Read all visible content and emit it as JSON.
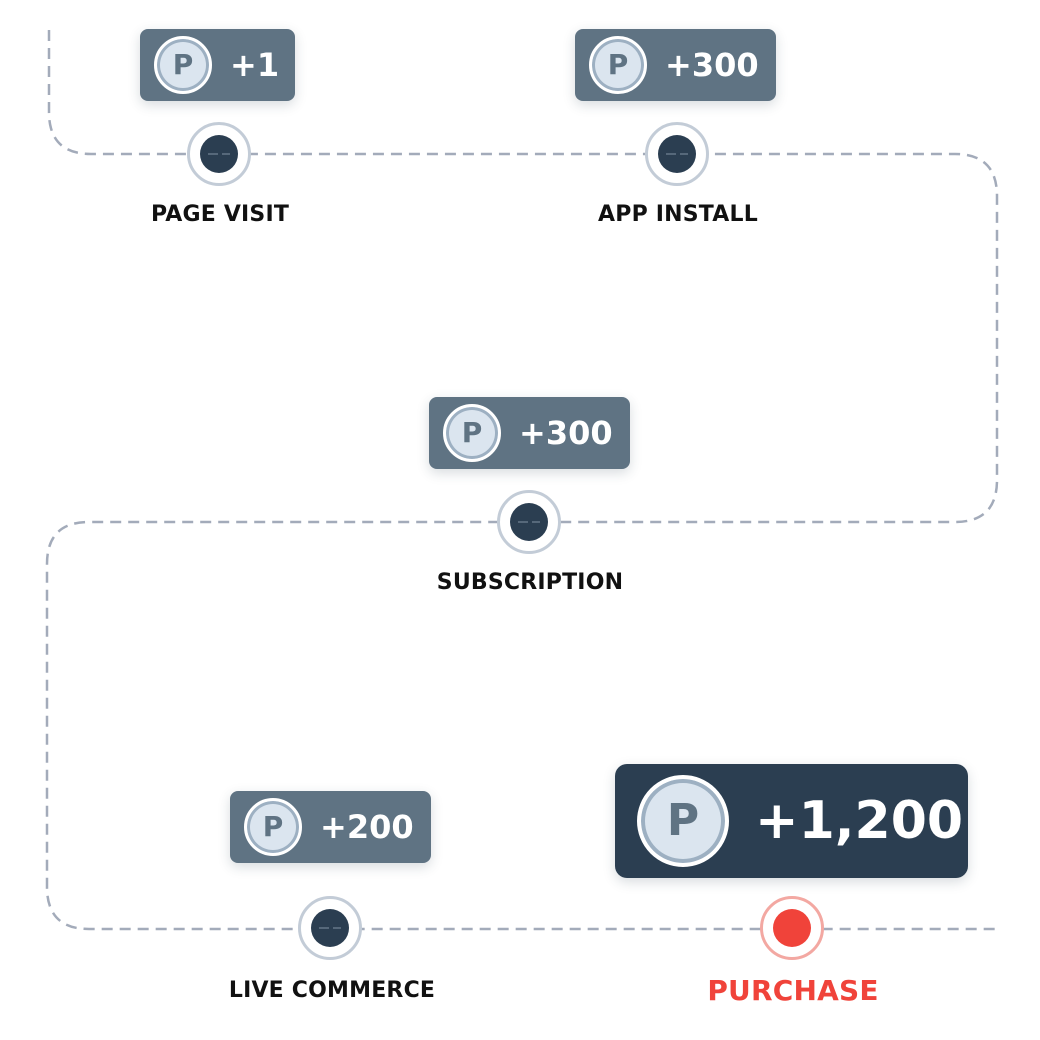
{
  "coin_symbol": "P",
  "colors": {
    "badge": "#5f7383",
    "badge_highlight": "#2b3e51",
    "node_dot": "#2b3e51",
    "active": "#f0433a",
    "path": "#a3abba"
  },
  "steps": [
    {
      "label": "PAGE VISIT",
      "points": "+1",
      "active": false
    },
    {
      "label": "APP INSTALL",
      "points": "+300",
      "active": false
    },
    {
      "label": "SUBSCRIPTION",
      "points": "+300",
      "active": false
    },
    {
      "label": "LIVE COMMERCE",
      "points": "+200",
      "active": false
    },
    {
      "label": "PURCHASE",
      "points": "+1,200",
      "active": true
    }
  ]
}
